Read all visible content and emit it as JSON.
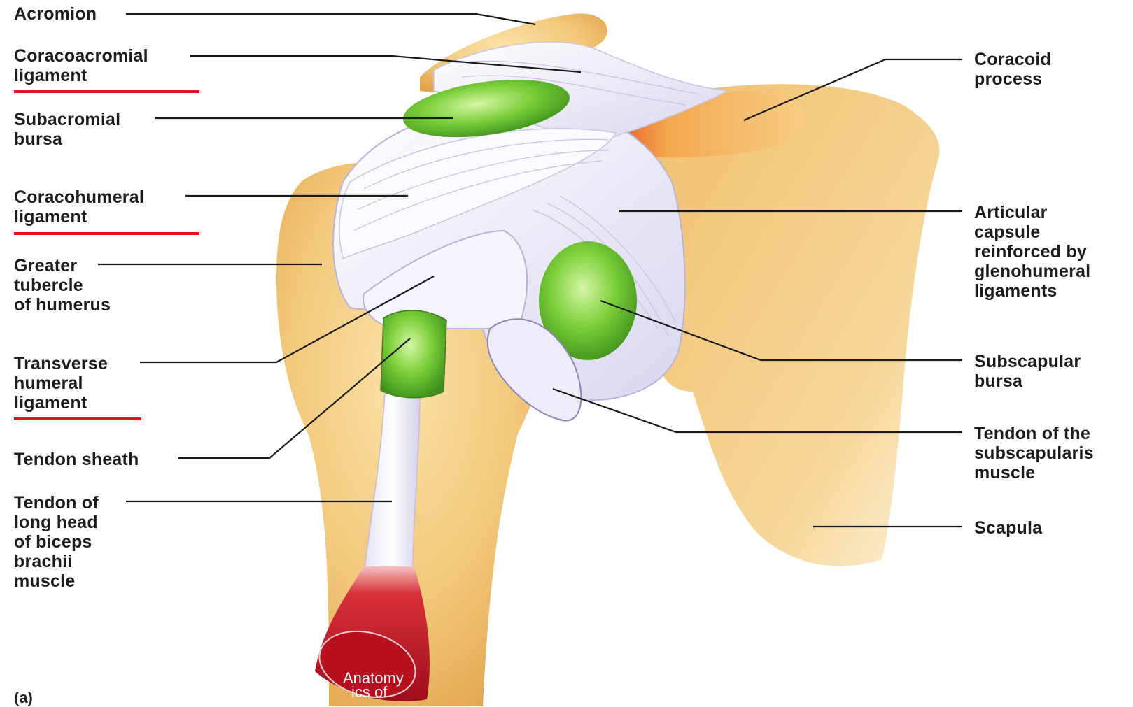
{
  "figure": {
    "panel_label": "(a)",
    "watermark": [
      "Anatomy",
      "ics of"
    ],
    "labels_left": [
      {
        "id": "acromion",
        "lines": [
          "Acromion"
        ],
        "underlined": false
      },
      {
        "id": "coracoacromial",
        "lines": [
          "Coracoacromial",
          "ligament"
        ],
        "underlined": true
      },
      {
        "id": "subacromial",
        "lines": [
          "Subacromial",
          "bursa"
        ],
        "underlined": false
      },
      {
        "id": "coracohumeral",
        "lines": [
          "Coracohumeral",
          "ligament"
        ],
        "underlined": true
      },
      {
        "id": "greater-tubercle",
        "lines": [
          "Greater",
          "tubercle",
          "of humerus"
        ],
        "underlined": false
      },
      {
        "id": "transverse",
        "lines": [
          "Transverse",
          "humeral",
          "ligament"
        ],
        "underlined": true
      },
      {
        "id": "tendon-sheath",
        "lines": [
          "Tendon sheath"
        ],
        "underlined": false
      },
      {
        "id": "biceps-tendon",
        "lines": [
          "Tendon of",
          "long head",
          "of biceps",
          "brachii",
          "muscle"
        ],
        "underlined": false
      }
    ],
    "labels_right": [
      {
        "id": "coracoid",
        "lines": [
          "Coracoid",
          "process"
        ]
      },
      {
        "id": "articular",
        "lines": [
          "Articular",
          "capsule",
          "reinforced by",
          "glenohumeral",
          "ligaments"
        ]
      },
      {
        "id": "subscapular-bursa",
        "lines": [
          "Subscapular",
          "bursa"
        ]
      },
      {
        "id": "subscapularis-tendon",
        "lines": [
          "Tendon of the",
          "subscapularis",
          "muscle"
        ]
      },
      {
        "id": "scapula",
        "lines": [
          "Scapula"
        ]
      }
    ],
    "colors": {
      "bone": "#f2c77a",
      "bone_shadow": "#d9962c",
      "ligament": "#f1f0fb",
      "bursa": "#7ccf3a",
      "muscle": "#c8182a",
      "underline": "#e8101a",
      "leader": "#1a1a1a"
    }
  }
}
